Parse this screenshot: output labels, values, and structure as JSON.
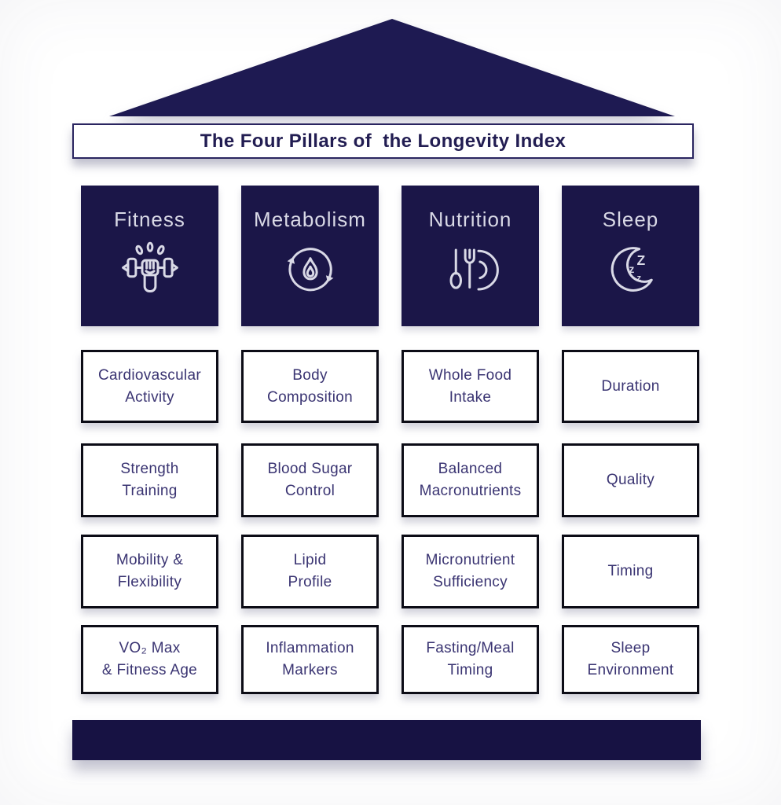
{
  "colors": {
    "navy": "#1b1648",
    "roof-navy": "#1e1a52",
    "base-navy": "#171243",
    "box-border": "#0c0c16",
    "banner-border": "#2a2560",
    "title-text": "#221d52",
    "box-text": "#3a3472",
    "pillar-text": "#d9d9e6",
    "icon-stroke": "#d9d9e6",
    "background": "#ffffff"
  },
  "title": "The Four Pillars of  the Longevity Index",
  "pillars": [
    {
      "label": "Fitness",
      "icon": "dumbbell-fist-icon",
      "items": [
        "Cardiovascular\nActivity",
        "Strength\nTraining",
        "Mobility &\nFlexibility",
        "VO₂ Max\n& Fitness Age"
      ]
    },
    {
      "label": "Metabolism",
      "icon": "metabolism-flame-cycle-icon",
      "items": [
        "Body\nComposition",
        "Blood Sugar\nControl",
        "Lipid\nProfile",
        "Inflammation\nMarkers"
      ]
    },
    {
      "label": "Nutrition",
      "icon": "cutlery-plate-icon",
      "items": [
        "Whole Food\nIntake",
        "Balanced\nMacronutrients",
        "Micronutrient\nSufficiency",
        "Fasting/Meal\nTiming"
      ]
    },
    {
      "label": "Sleep",
      "icon": "moon-zzz-icon",
      "items": [
        "Duration",
        "Quality",
        "Timing",
        "Sleep\nEnvironment"
      ]
    }
  ]
}
